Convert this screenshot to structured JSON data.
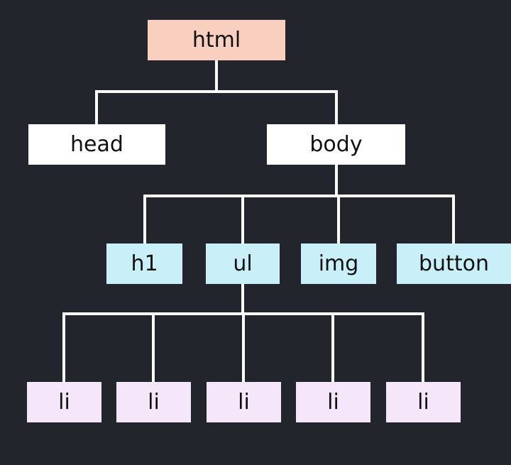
{
  "tree": {
    "root": "html",
    "level1": [
      "head",
      "body"
    ],
    "level2": [
      "h1",
      "ul",
      "img",
      "button"
    ],
    "level3": [
      "li",
      "li",
      "li",
      "li",
      "li"
    ]
  },
  "colors": {
    "background": "#22252c",
    "connector": "#ffffff",
    "root_fill": "#f9cfc0",
    "level1_fill": "#ffffff",
    "level2_fill": "#c9f0f8",
    "level3_fill": "#f6e6fa",
    "text": "#111111"
  }
}
